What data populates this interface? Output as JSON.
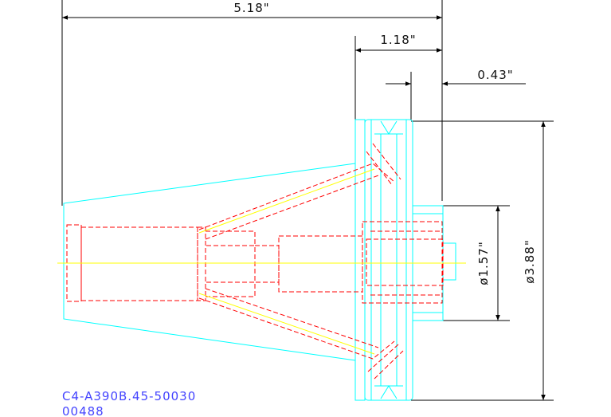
{
  "drawing": {
    "dimensions": {
      "overall_length": "5.18\"",
      "flange_length": "1.18\"",
      "pilot_length": "0.43\"",
      "pilot_diameter": "ø1.57\"",
      "flange_diameter": "ø3.88\""
    },
    "part_number": "C4-A390B.45-50030",
    "part_code": "00488"
  },
  "colors": {
    "outline": "#00ffff",
    "hidden": "#ff0000",
    "centerline": "#ffff00",
    "dimension": "#000000",
    "part_text": "#4444ff"
  }
}
